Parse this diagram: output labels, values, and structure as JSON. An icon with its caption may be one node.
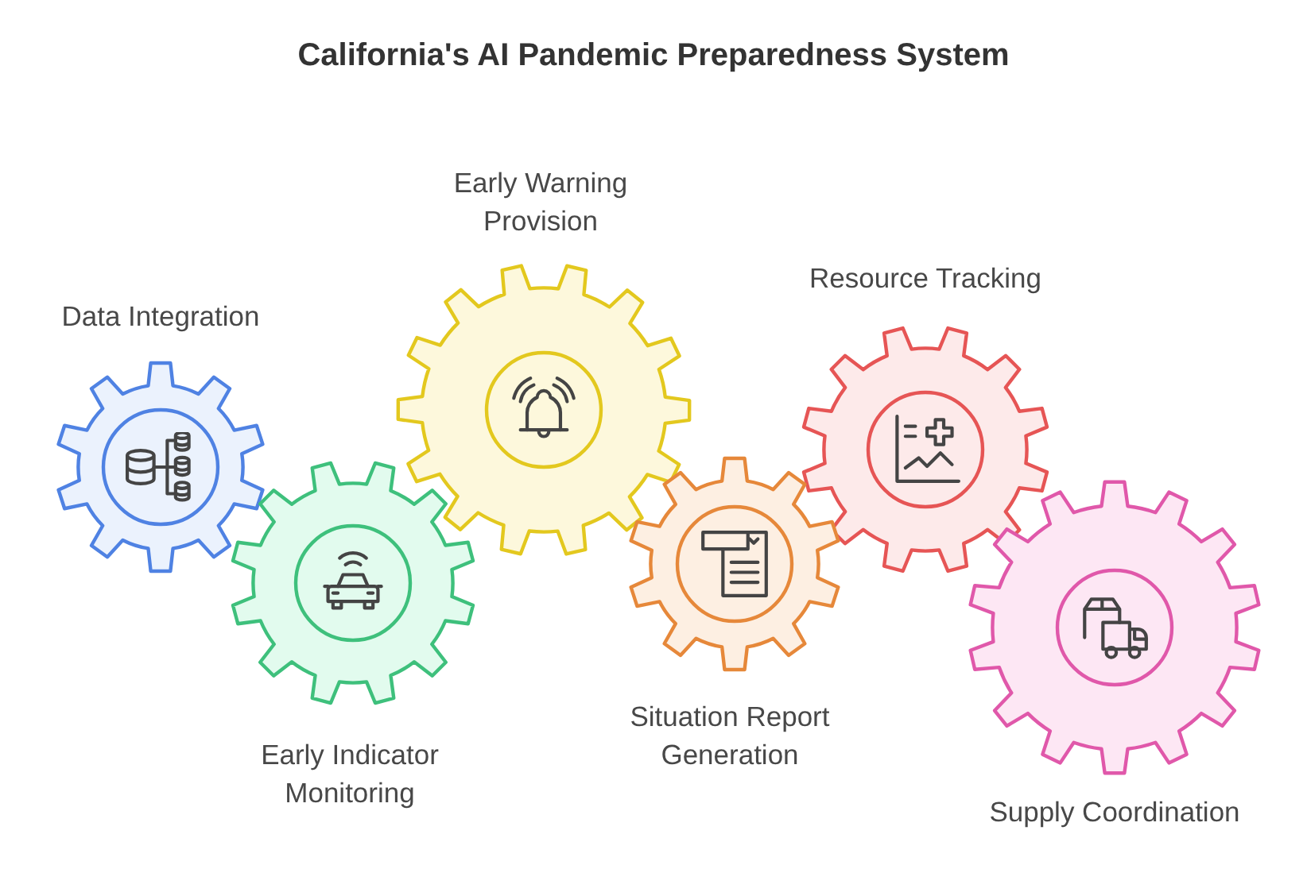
{
  "diagram": {
    "title": "California's AI Pandemic Preparedness System",
    "nodes": [
      {
        "text": [
          "Data Integration"
        ]
      },
      {
        "text": [
          "Early Indicator Monitoring"
        ]
      },
      {
        "text": [
          "Early Warning Provision"
        ]
      },
      {
        "text": [
          "Situation Report Generation"
        ]
      },
      {
        "text": [
          "Resource Tracking"
        ]
      },
      {
        "text": [
          "Supply Coordination"
        ]
      }
    ]
  }
}
